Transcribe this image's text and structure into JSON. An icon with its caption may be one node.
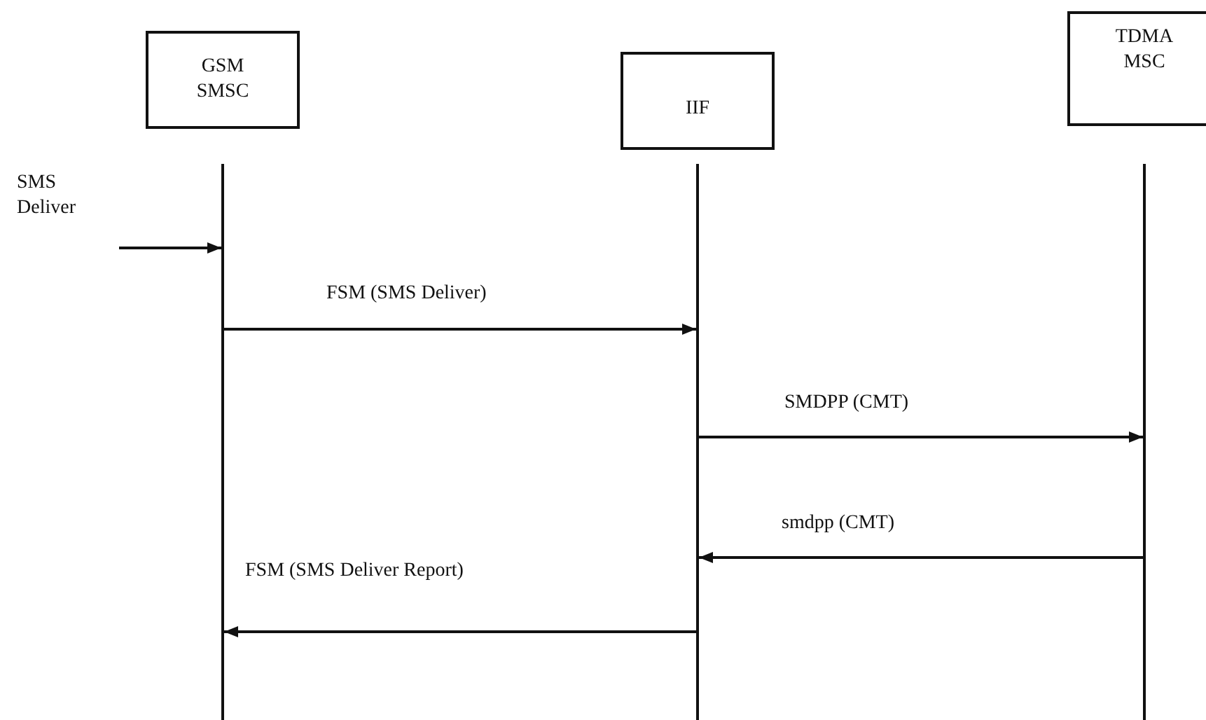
{
  "diagram": {
    "nodes": [
      {
        "text": [
          "GSM SMSC"
        ]
      },
      {
        "text": [
          "IIF"
        ]
      },
      {
        "text": [
          "TDMA MSC"
        ]
      }
    ],
    "edges": [
      {
        "from": null,
        "to": 0,
        "arrow": "to",
        "label": "SMS Deliver"
      },
      {
        "from": 0,
        "to": 1,
        "arrow": "to",
        "label": "FSM (SMS Deliver)"
      },
      {
        "from": 1,
        "to": 2,
        "arrow": "to",
        "label": "SMDPP (CMT)"
      },
      {
        "from": 2,
        "to": 1,
        "arrow": "to",
        "label": "smdpp (CMT)"
      },
      {
        "from": 1,
        "to": 0,
        "arrow": "to",
        "label": "FSM (SMS Deliver Report)"
      }
    ]
  }
}
